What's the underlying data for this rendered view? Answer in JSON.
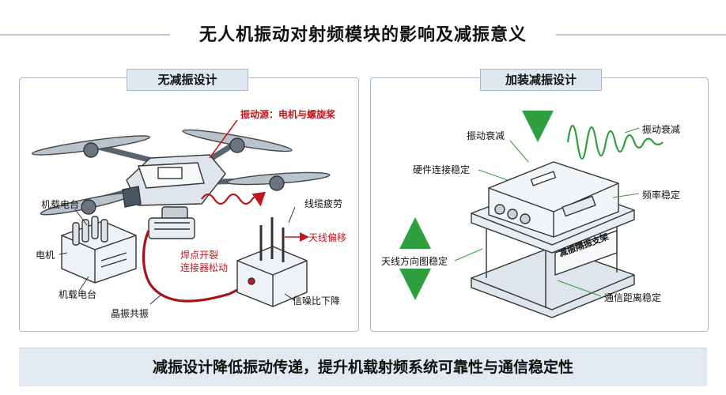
{
  "title": "无人机振动对射频模块的影响及减振意义",
  "left_panel": {
    "tab": "无减振设计",
    "source_label": "振动源：电机与螺旋桨",
    "labels": {
      "mount_top": "机载电台",
      "motor": "电机",
      "mount_bottom": "机载电台",
      "crystal": "晶振共振",
      "solder": "焊点开裂",
      "connector": "连接器松动",
      "cable_fatigue": "线缆疲劳",
      "antenna_offset": "天线偏移",
      "snr_drop": "信噪比下降"
    }
  },
  "right_panel": {
    "tab": "加装减振设计",
    "labels": {
      "vib_damp_left": "振动衰减",
      "vib_damp_right": "振动衰减",
      "hardware_stable": "硬件连接稳定",
      "freq_stable": "频率稳定",
      "antenna_pattern": "天线方向图稳定",
      "bracket": "减振隔振支架",
      "distance_stable": "通信距离稳定"
    }
  },
  "footer": "减振设计降低振动传递，提升机载射频系统可靠性与通信稳定性",
  "colors": {
    "accent_red": "#c0171d",
    "accent_green": "#2e9e3e",
    "panel_border": "#aab8c8",
    "tab_bg": "#dfe8f1"
  }
}
